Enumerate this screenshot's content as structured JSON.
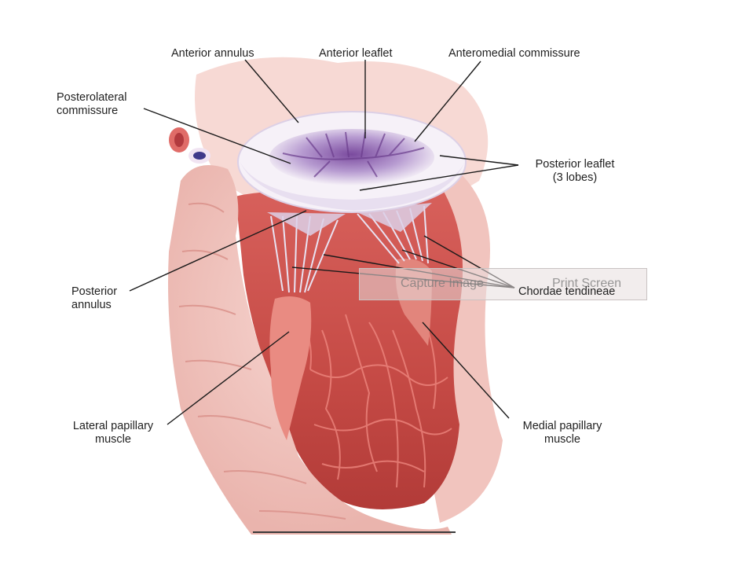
{
  "labels": {
    "anterior_annulus": "Anterior annulus",
    "anterior_leaflet": "Anterior leaflet",
    "anteromedial_commissure": "Anteromedial commissure",
    "posterolateral_commissure": [
      "Posterolateral",
      "commissure"
    ],
    "posterior_leaflet": [
      "Posterior leaflet",
      "(3 lobes)"
    ],
    "posterior_annulus": [
      "Posterior",
      "annulus"
    ],
    "chordae_tendineae": "Chordae tendineae",
    "lateral_papillary_muscle": [
      "Lateral papillary",
      "muscle"
    ],
    "medial_papillary_muscle": [
      "Medial papillary",
      "muscle"
    ]
  },
  "overlay": {
    "capture_label": "Capture Image",
    "print_label": "Print Screen"
  },
  "colors": {
    "muscle": "#c94a4a",
    "muscle_dark": "#a83434",
    "wall": "#f2c9c4",
    "leaflet": "#f4eef6",
    "leaflet_shadow": "#8f5fb0",
    "leader": "#1a1a1a"
  }
}
